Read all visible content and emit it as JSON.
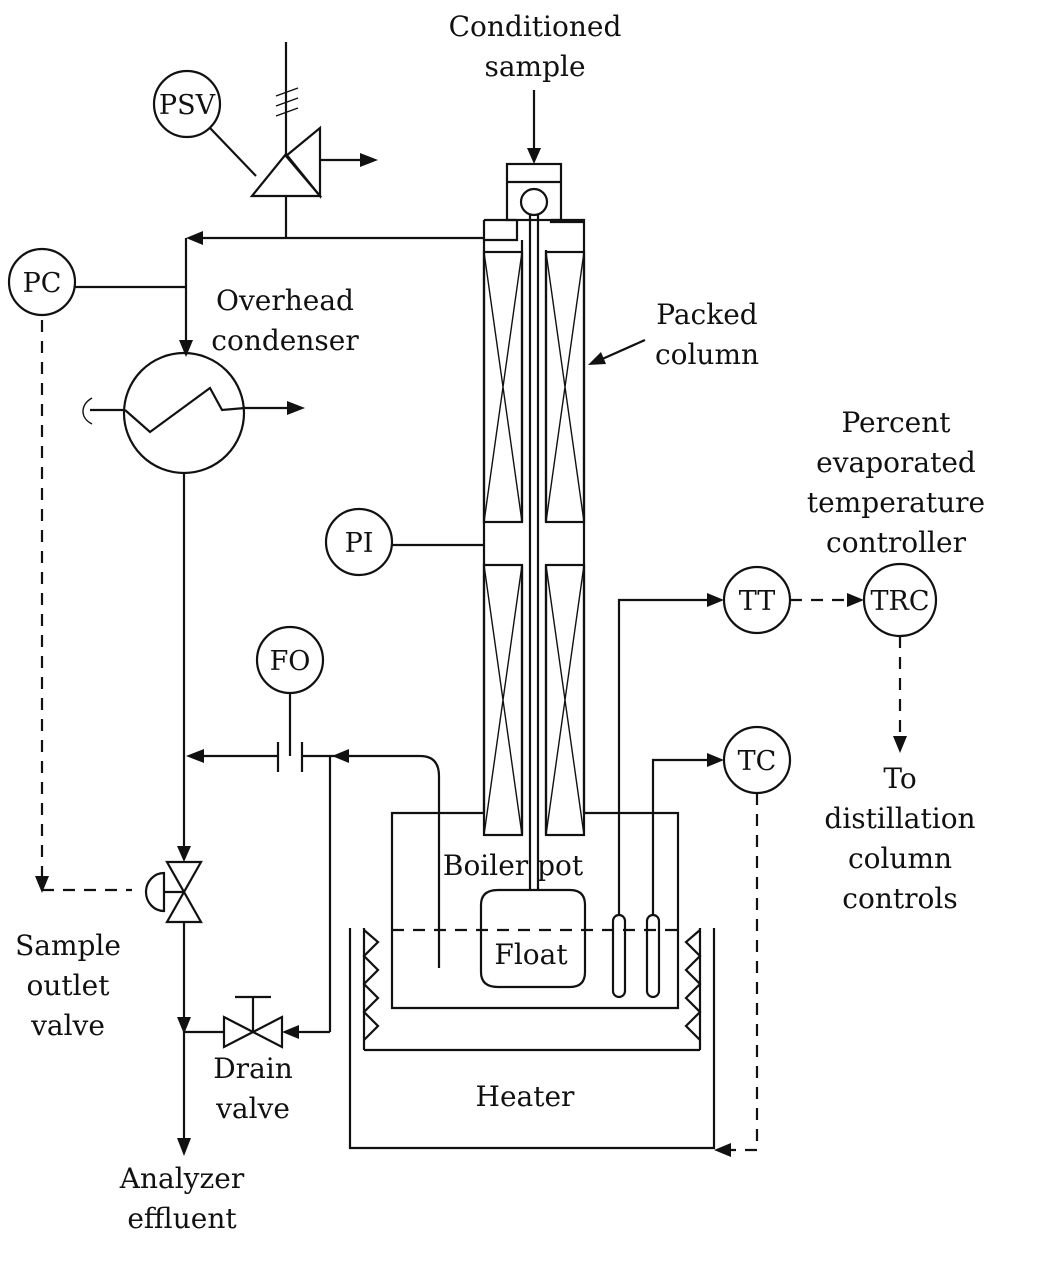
{
  "labels": {
    "conditioned_sample": [
      "Conditioned",
      "sample"
    ],
    "overhead_condenser": [
      "Overhead",
      "condenser"
    ],
    "packed_column": [
      "Packed",
      "column"
    ],
    "percent_evap": [
      "Percent",
      "evaporated",
      "temperature",
      "controller"
    ],
    "to_distillation": [
      "To",
      "distillation",
      "column",
      "controls"
    ],
    "sample_outlet_valve": [
      "Sample",
      "outlet",
      "valve"
    ],
    "drain_valve": [
      "Drain",
      "valve"
    ],
    "analyzer_effluent": [
      "Analyzer",
      "effluent"
    ],
    "boiler_pot": "Boiler pot",
    "float": "Float",
    "heater": "Heater"
  },
  "instruments": {
    "psv": "PSV",
    "pc": "PC",
    "pi": "PI",
    "fo": "FO",
    "tt": "TT",
    "trc": "TRC",
    "tc": "TC"
  }
}
